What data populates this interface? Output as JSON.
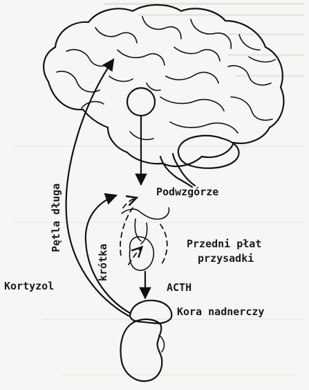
{
  "labels": {
    "hypothalamus": "Podwzgórze",
    "anterior_pituitary_line1": "Przedni płat",
    "anterior_pituitary_line2": "przysadki",
    "acth": "ACTH",
    "adrenal_cortex": "Kora nadnerczy",
    "cortisol": "Kortyzol",
    "long_loop": "Pętla długa",
    "short_loop": "krótka"
  }
}
